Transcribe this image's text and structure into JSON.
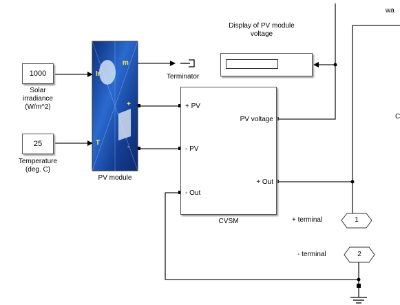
{
  "title_fragment": "wa",
  "blocks": {
    "irradiance": {
      "value": "1000",
      "label_lines": [
        "Solar",
        "irradiance",
        "(W/m^2)"
      ]
    },
    "temperature": {
      "value": "25",
      "label_lines": [
        "Temperature",
        "(deg. C)"
      ]
    },
    "pv_module": {
      "label": "PV module",
      "port_m": "m",
      "port_plus": "+",
      "port_minus": "-",
      "port_ir": "Ir",
      "port_t": "T"
    },
    "terminator": {
      "label": "Terminator"
    },
    "display": {
      "label_lines": [
        "Display of PV module",
        "voltage"
      ]
    },
    "cvsm": {
      "label": "CVSM",
      "in_plus": "+ PV",
      "in_minus": "- PV",
      "in_out": "- Out",
      "out_voltage": "PV voltage",
      "out_plus": "+ Out"
    },
    "plus_terminal": {
      "label": "+ terminal",
      "number": "1"
    },
    "minus_terminal": {
      "label": "- terminal",
      "number": "2"
    },
    "edge_fragment": "C"
  },
  "colors": {
    "line": "#1a1a1a",
    "pv_blue": "#1a4fa8"
  }
}
